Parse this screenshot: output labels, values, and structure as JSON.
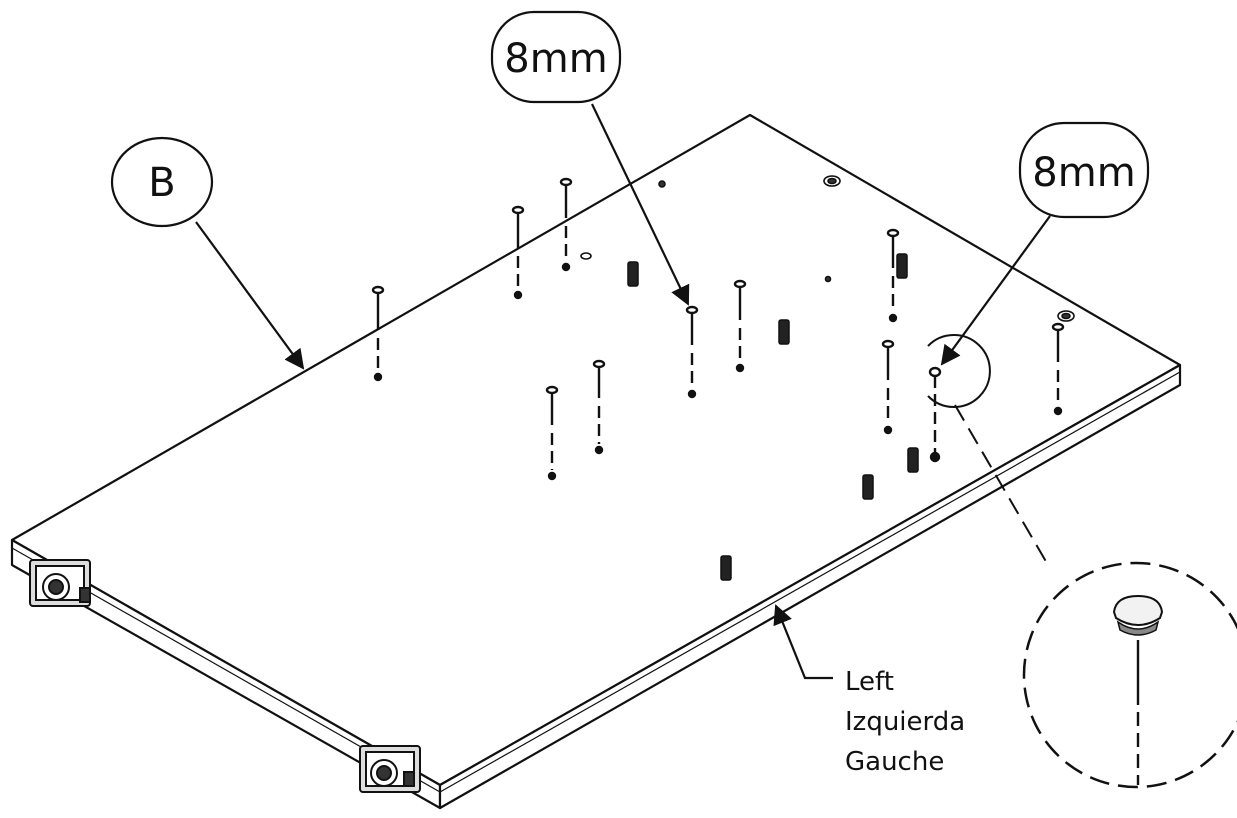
{
  "callouts": {
    "part_label": "B",
    "dimension_1": "8mm",
    "dimension_2": "8mm"
  },
  "side_label": {
    "line1": "Left",
    "line2": "Izquierda",
    "line3": "Gauche"
  },
  "colors": {
    "ink": "#111111",
    "paper": "#ffffff"
  }
}
